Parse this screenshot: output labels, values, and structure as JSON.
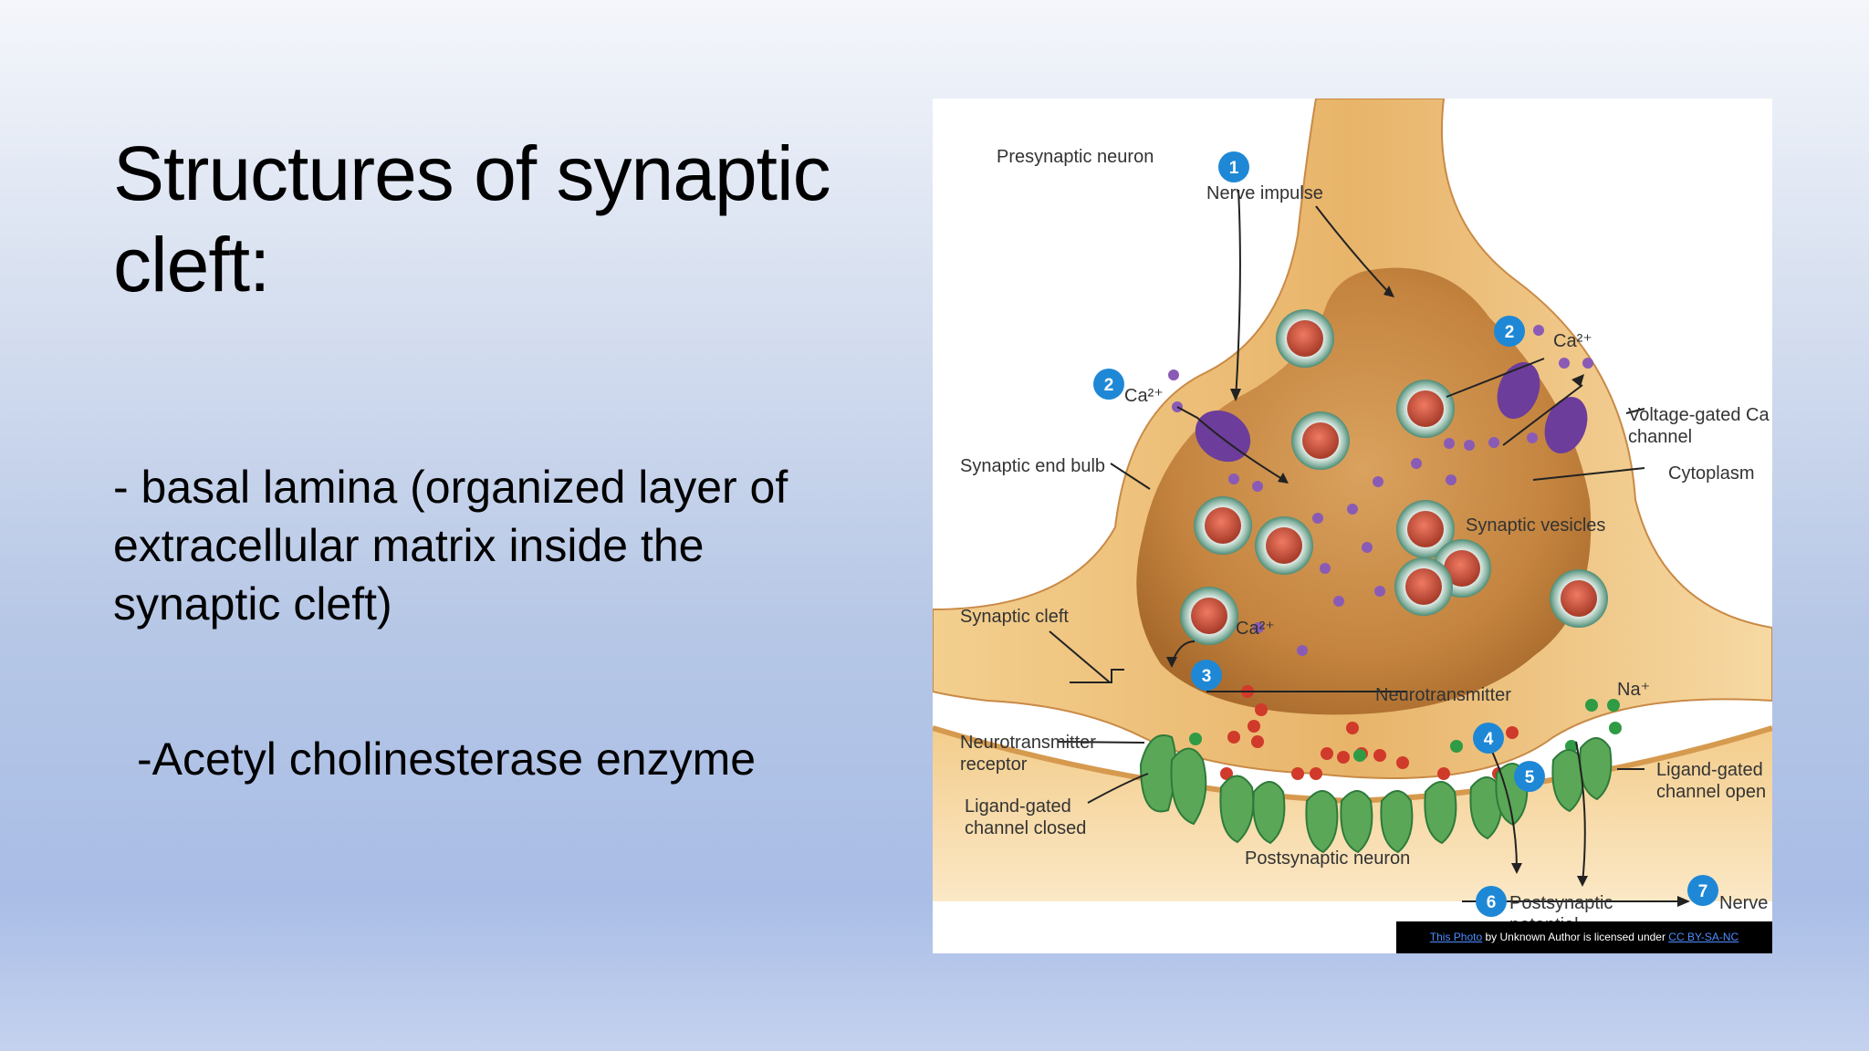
{
  "slide": {
    "title": "Structures of synaptic cleft:",
    "bullets": [
      "- basal lamina (organized layer of extracellular matrix inside the synaptic cleft)",
      "-Acetyl cholinesterase enzyme"
    ]
  },
  "figure": {
    "labels": {
      "presynaptic_neuron": "Presynaptic neuron",
      "nerve_impulse": "Nerve impulse",
      "ca_left": "Ca²⁺",
      "ca_right": "Ca²⁺",
      "ca_bottom": "Ca²⁺",
      "voltage_gated_line1": "Voltage-gated Ca",
      "voltage_gated_line2": "channel",
      "synaptic_end_bulb": "Synaptic end bulb",
      "cytoplasm": "Cytoplasm",
      "synaptic_vesicles": "Synaptic vesicles",
      "synaptic_cleft": "Synaptic cleft",
      "neurotransmitter": "Neurotransmitter",
      "na": "Na⁺",
      "nt_receptor_line1": "Neurotransmitter",
      "nt_receptor_line2": "receptor",
      "lg_closed_line1": "Ligand-gated",
      "lg_closed_line2": "channel closed",
      "lg_open_line1": "Ligand-gated",
      "lg_open_line2": "channel open",
      "postsynaptic_neuron": "Postsynaptic neuron",
      "postsynaptic_potential": "Postsynaptic",
      "postsynaptic_potential_cut": "potential",
      "nerve_out": "Nerve"
    },
    "step_numbers": [
      "1",
      "2",
      "2",
      "3",
      "4",
      "5",
      "6",
      "7"
    ],
    "colors": {
      "neuron": "#e9b568",
      "cytoplasm": "#c98a46",
      "vesicle": "#c9563f",
      "calcium": "#8a5bb5",
      "receptor": "#5aa857",
      "step_badge": "#1e88d6"
    },
    "credit": {
      "link1": "This Photo",
      "middle": " by Unknown Author is licensed under ",
      "link2": "CC BY-SA-NC"
    }
  }
}
